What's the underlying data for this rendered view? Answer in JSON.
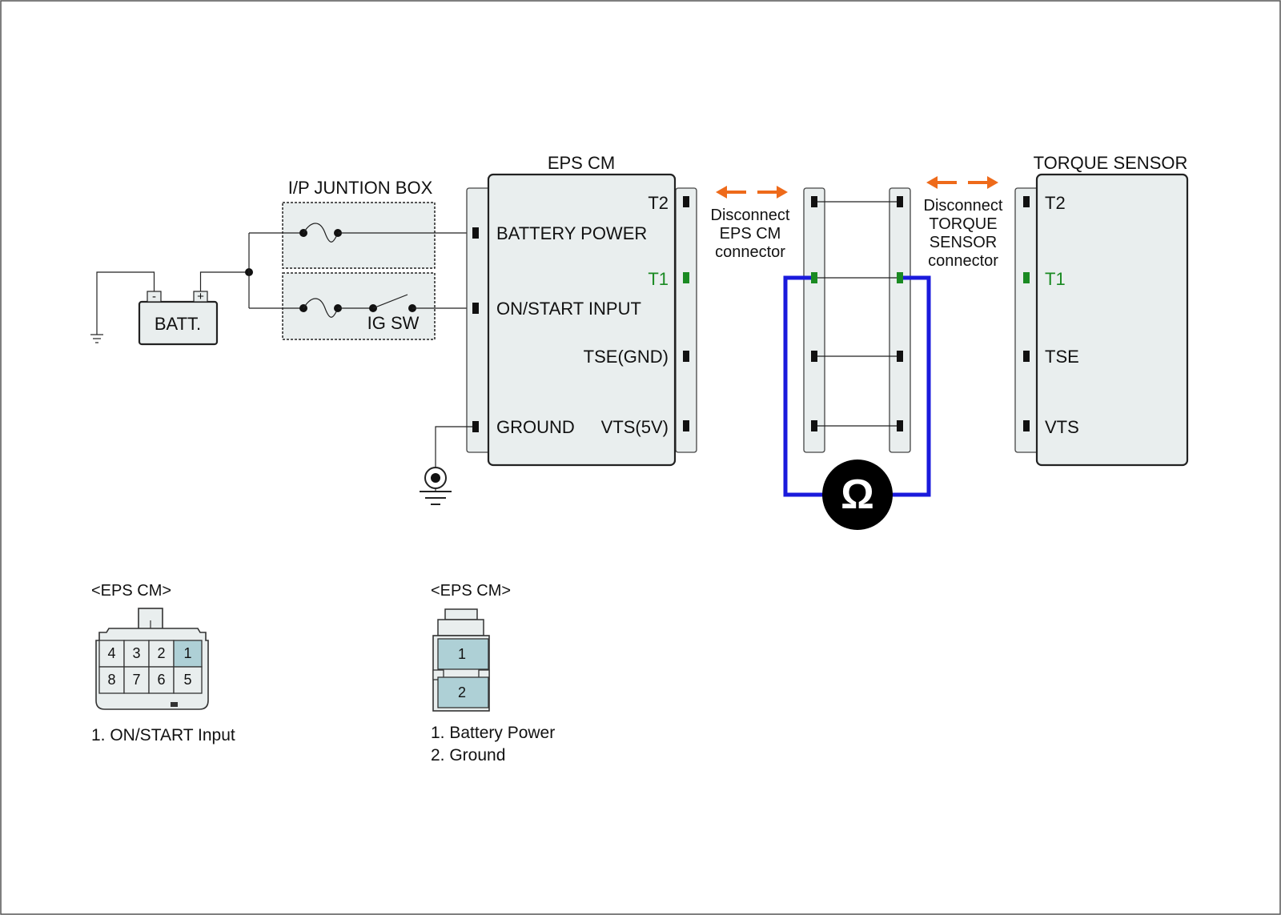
{
  "labels": {
    "junction_box": "I/P JUNTION BOX",
    "battery": "BATT.",
    "battery_neg": "-",
    "battery_pos": "+",
    "ig_switch": "IG SW",
    "eps_cm": "EPS CM",
    "torque_sensor": "TORQUE SENSOR",
    "meter_symbol": "Ω"
  },
  "eps_cm_pins": {
    "battery_power": "BATTERY POWER",
    "on_start_input": "ON/START INPUT",
    "ground": "GROUND",
    "t2": "T2",
    "t1": "T1",
    "tse_gnd": "TSE(GND)",
    "vts_5v": "VTS(5V)"
  },
  "torque_sensor_pins": {
    "t2": "T2",
    "t1": "T1",
    "tse": "TSE",
    "vts": "VTS"
  },
  "notes": {
    "disconnect_eps": [
      "Disconnect",
      "EPS CM",
      "connector"
    ],
    "disconnect_torque": [
      "Disconnect",
      "TORQUE",
      "SENSOR",
      "connector"
    ]
  },
  "connector_8pin": {
    "title": "<EPS CM>",
    "pins_top": [
      "4",
      "3",
      "2",
      "1"
    ],
    "pins_bottom": [
      "8",
      "7",
      "6",
      "5"
    ],
    "legend": [
      "1. ON/START Input"
    ]
  },
  "connector_2pin": {
    "title": "<EPS CM>",
    "pins": [
      "1",
      "2"
    ],
    "legend": [
      "1. Battery Power",
      "2. Ground"
    ]
  },
  "colors": {
    "highlight_pin": "#1a8a22",
    "meter_lead": "#1a1adc",
    "disconnect_arrow": "#ee6a1a",
    "component_fill": "#e9eeee",
    "highlighted_cell": "#aed0d6"
  }
}
